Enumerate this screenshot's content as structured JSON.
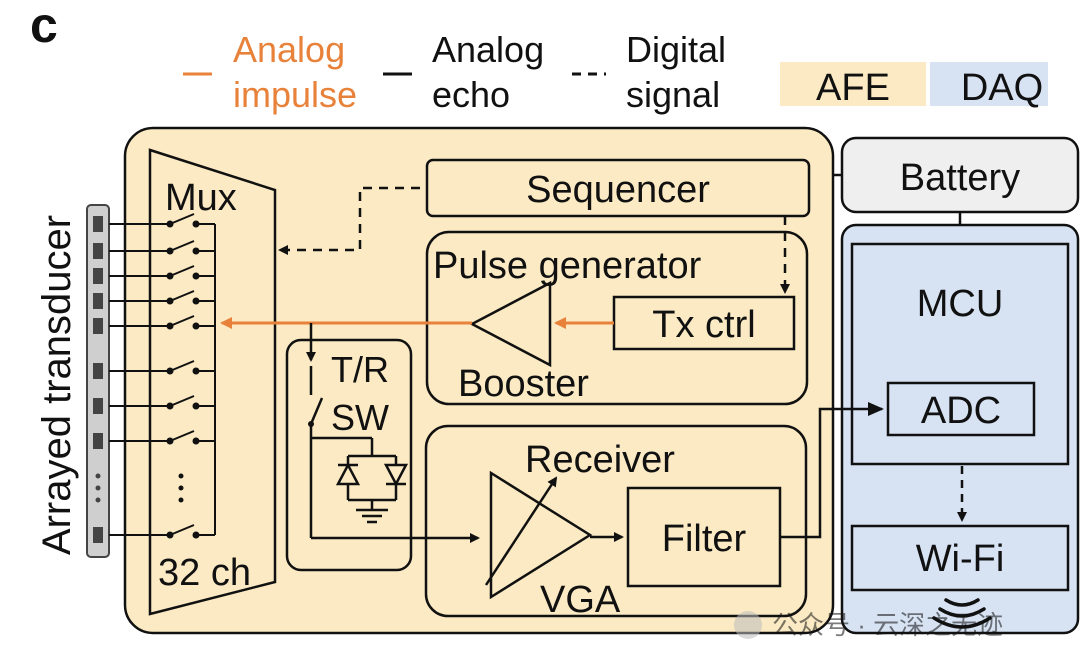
{
  "panel": {
    "letter": "c"
  },
  "legend": {
    "analog_impulse_line1": "Analog",
    "analog_impulse_line2": "impulse",
    "analog_echo_line1": "Analog",
    "analog_echo_line2": "echo",
    "digital_line1": "Digital",
    "digital_line2": "signal",
    "afe": "AFE",
    "daq": "DAQ"
  },
  "transducer": {
    "label": "Arrayed transducer"
  },
  "mux": {
    "title": "Mux",
    "channels": "32 ch"
  },
  "sequencer": {
    "label": "Sequencer"
  },
  "pulse_generator": {
    "title": "Pulse generator",
    "booster": "Booster",
    "tx_ctrl": "Tx ctrl"
  },
  "tr_switch": {
    "line1": "T/R",
    "line2": "SW"
  },
  "receiver": {
    "title": "Receiver",
    "vga": "VGA",
    "filter": "Filter"
  },
  "battery": {
    "label": "Battery"
  },
  "daq_block": {
    "mcu": "MCU",
    "adc": "ADC",
    "wifi": "Wi-Fi"
  },
  "watermark": {
    "text": "公众号 · 云深之无迹"
  },
  "colors": {
    "afe_fill": "#fbeac3",
    "daq_fill": "#d7e2f3",
    "battery_fill": "#efefef",
    "analog_impulse": "#e8823a",
    "stroke": "#111111"
  }
}
